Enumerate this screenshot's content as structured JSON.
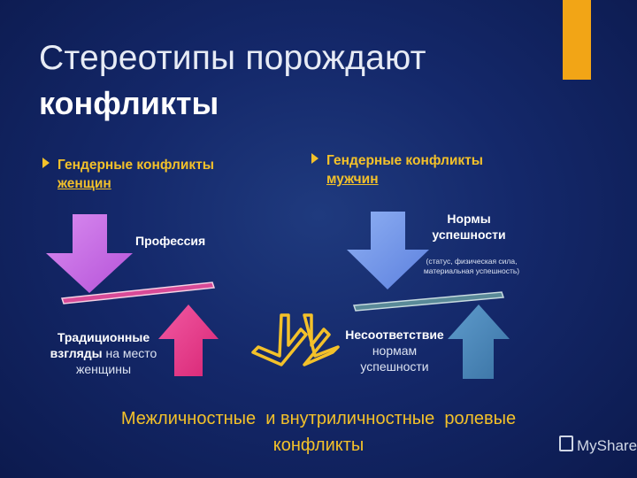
{
  "slide": {
    "title_line1": "Стереотипы порождают",
    "title_line2": "конфликты",
    "left": {
      "bullet_prefix": "Гендерные конфликты",
      "bullet_underlined": "женщин",
      "down_label": "Профессия",
      "up_label_bold": "Традиционные взгляды",
      "up_label_rest1": " на место",
      "up_label_rest2": "женщины"
    },
    "right": {
      "bullet_prefix": "Гендерные конфликты",
      "bullet_underlined": "мужчин",
      "down_label_line1": "Нормы",
      "down_label_line2": "успешности",
      "down_note_line1": "(статус, физическая сила,",
      "down_note_line2": "материальная успешность)",
      "up_label_bold": "Несоответствие",
      "up_label_line2": "нормам",
      "up_label_line3": "успешности"
    },
    "bottom_line1": "Межличностные  и внутриличностные  ролевые",
    "bottom_line2": "конфликты",
    "watermark": "MyShare"
  },
  "colors": {
    "accent": "#f2a516",
    "bullet_text": "#f3c12a",
    "left_down_arrow": "#cc6be6",
    "left_up_arrow": "#e8348a",
    "right_down_arrow": "#6f93e8",
    "right_up_arrow": "#4b86b8",
    "left_beam": "#d84a97",
    "right_beam": "#5a8a98"
  }
}
